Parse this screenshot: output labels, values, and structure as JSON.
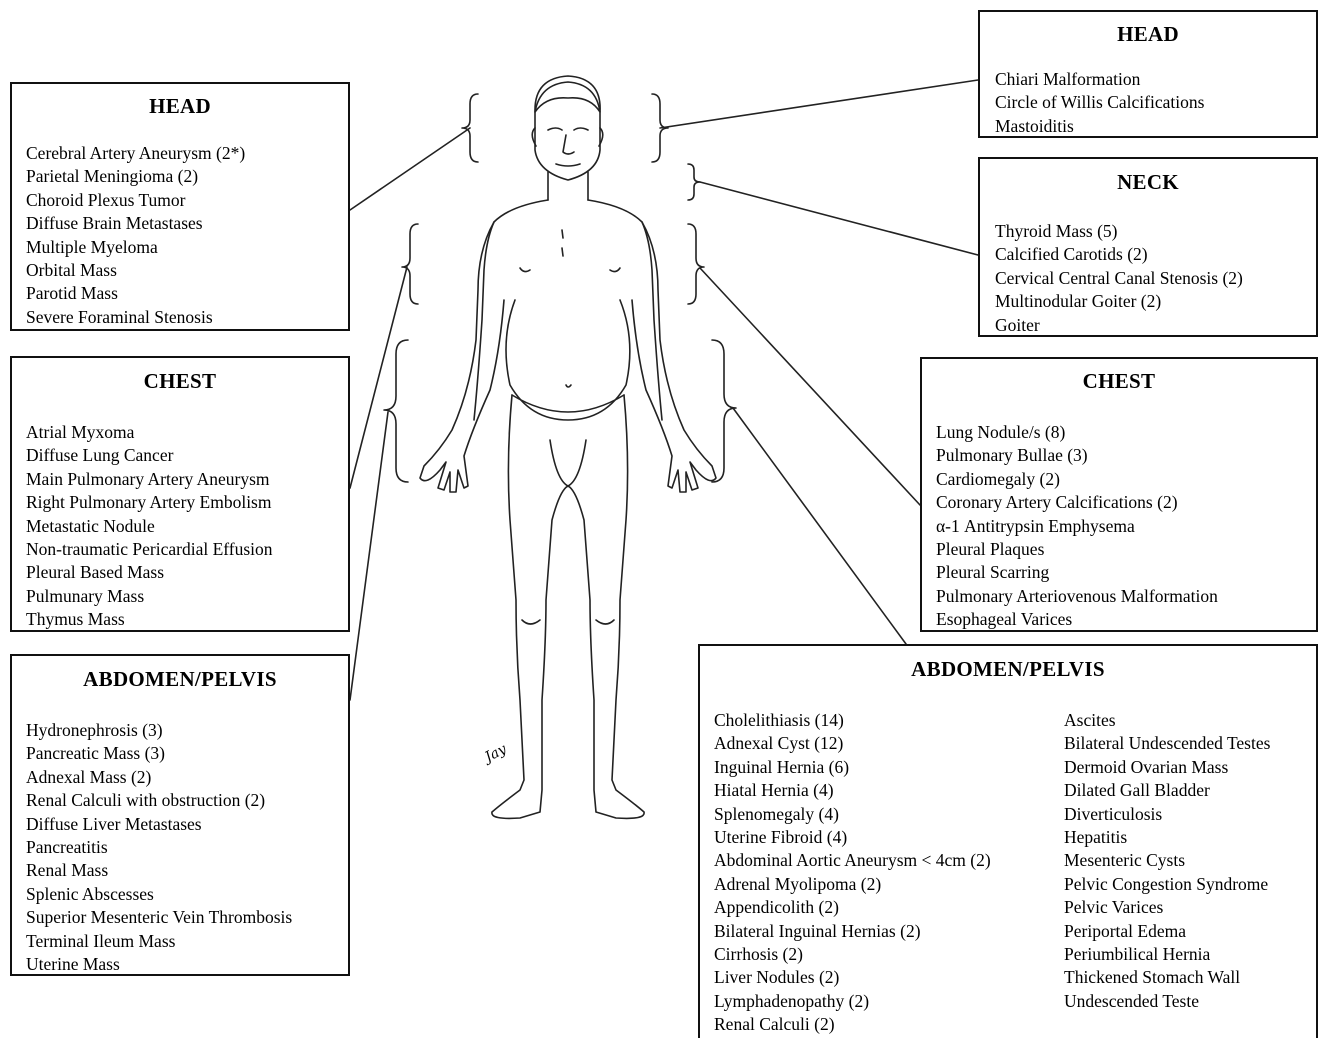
{
  "boxes": {
    "head_left": {
      "title": "HEAD",
      "items": [
        "Cerebral Artery Aneurysm (2*)",
        "Parietal Meningioma (2)",
        "Choroid Plexus Tumor",
        "Diffuse Brain Metastases",
        "Multiple Myeloma",
        "Orbital Mass",
        "Parotid Mass",
        "Severe Foraminal Stenosis"
      ]
    },
    "chest_left": {
      "title": "CHEST",
      "items": [
        "Atrial Myxoma",
        "Diffuse Lung Cancer",
        "Main Pulmonary Artery Aneurysm",
        "Right Pulmonary Artery Embolism",
        "Metastatic Nodule",
        "Non-traumatic Pericardial Effusion",
        "Pleural Based Mass",
        "Pulmunary Mass",
        "Thymus Mass"
      ]
    },
    "abdomen_left": {
      "title": "ABDOMEN/PELVIS",
      "items": [
        "Hydronephrosis (3)",
        "Pancreatic Mass (3)",
        "Adnexal Mass (2)",
        "Renal Calculi with obstruction (2)",
        "Diffuse Liver Metastases",
        "Pancreatitis",
        "Renal Mass",
        "Splenic Abscesses",
        "Superior Mesenteric Vein Thrombosis",
        "Terminal Ileum Mass",
        "Uterine Mass"
      ]
    },
    "head_right": {
      "title": "HEAD",
      "items": [
        "Chiari Malformation",
        "Circle of Willis Calcifications",
        "Mastoiditis"
      ]
    },
    "neck_right": {
      "title": "NECK",
      "items": [
        "Thyroid Mass (5)",
        "Calcified Carotids (2)",
        "Cervical Central Canal Stenosis (2)",
        "Multinodular Goiter (2)",
        "Goiter"
      ]
    },
    "chest_right": {
      "title": "CHEST",
      "items": [
        "Lung Nodule/s (8)",
        "Pulmonary Bullae (3)",
        "Cardiomegaly (2)",
        "Coronary Artery Calcifications (2)",
        "α-1 Antitrypsin Emphysema",
        "Pleural Plaques",
        "Pleural Scarring",
        "Pulmonary Arteriovenous Malformation",
        "Esophageal Varices"
      ]
    },
    "abdomen_right": {
      "title": "ABDOMEN/PELVIS",
      "col1": [
        "Cholelithiasis (14)",
        "Adnexal Cyst (12)",
        "Inguinal Hernia (6)",
        "Hiatal Hernia (4)",
        "Splenomegaly (4)",
        "Uterine Fibroid (4)",
        "Abdominal Aortic Aneurysm < 4cm (2)",
        "Adrenal Myolipoma (2)",
        "Appendicolith (2)",
        "Bilateral Inguinal Hernias (2)",
        "Cirrhosis (2)",
        "Liver Nodules (2)",
        "Lymphadenopathy (2)",
        "Renal Calculi (2)"
      ],
      "col2": [
        "Ascites",
        "Bilateral Undescended Testes",
        "Dermoid Ovarian Mass",
        "Dilated Gall Bladder",
        "Diverticulosis",
        "Hepatitis",
        "Mesenteric Cysts",
        "Pelvic Congestion Syndrome",
        "Pelvic Varices",
        "Periportal Edema",
        "Periumbilical Hernia",
        "Thickened Stomach Wall",
        "Undescended Teste"
      ]
    }
  },
  "figure": {
    "signature": "Jay"
  }
}
